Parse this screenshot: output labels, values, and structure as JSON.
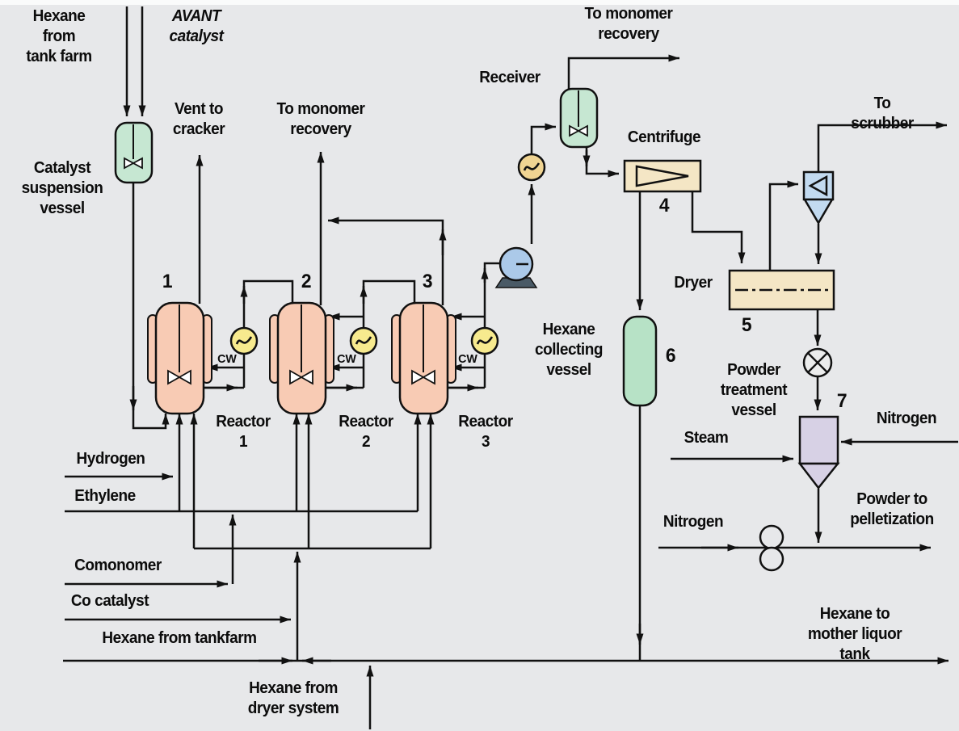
{
  "diagram_type": "process-flow-diagram",
  "process": "Slurry polyethylene plant with AVANT catalyst",
  "colors": {
    "background": "#e7e8ea",
    "line": "#111111",
    "reactor_fill": "#f8cbb4",
    "green_vessel_fill": "#c6e7d2",
    "collecting_vessel_fill": "#b7e2c6",
    "cooler_fill": "#f7ea8e",
    "pump_fill": "#abc9e9",
    "centrifuge_dryer_fill": "#f4e6c5",
    "cyclone_fill": "#c2daf0",
    "powder_vessel_fill": "#d7d1e5"
  },
  "labels": {
    "hexane_tank_farm": "Hexane\nfrom\ntank farm",
    "avant_catalyst": "AVANT\ncatalyst",
    "catalyst_suspension_vessel": "Catalyst\nsuspension\nvessel",
    "vent_to_cracker": "Vent to\ncracker",
    "to_monomer_recovery_left": "To monomer\nrecovery",
    "to_monomer_recovery_top": "To monomer\nrecovery",
    "receiver": "Receiver",
    "centrifuge": "Centrifuge",
    "to_scrubber": "To scrubber",
    "dryer": "Dryer",
    "hexane_collecting_vessel": "Hexane\ncollecting\nvessel",
    "powder_treatment_vessel": "Powder\ntreatment\nvessel",
    "steam": "Steam",
    "nitrogen_right": "Nitrogen",
    "nitrogen_bottom": "Nitrogen",
    "powder_to_pelletization": "Powder to\npelletization",
    "hexane_to_mother_liquor": "Hexane to\nmother liquor tank",
    "hydrogen": "Hydrogen",
    "ethylene": "Ethylene",
    "comonomer": "Comonomer",
    "co_catalyst": "Co catalyst",
    "hexane_from_tankfarm": "Hexane from tankfarm",
    "hexane_from_dryer_system": "Hexane from\ndryer system",
    "reactor_1": "Reactor\n1",
    "reactor_2": "Reactor\n2",
    "reactor_3": "Reactor\n3",
    "cw": "CW"
  },
  "numbers": {
    "n1": "1",
    "n2": "2",
    "n3": "3",
    "n4": "4",
    "n5": "5",
    "n6": "6",
    "n7": "7"
  }
}
